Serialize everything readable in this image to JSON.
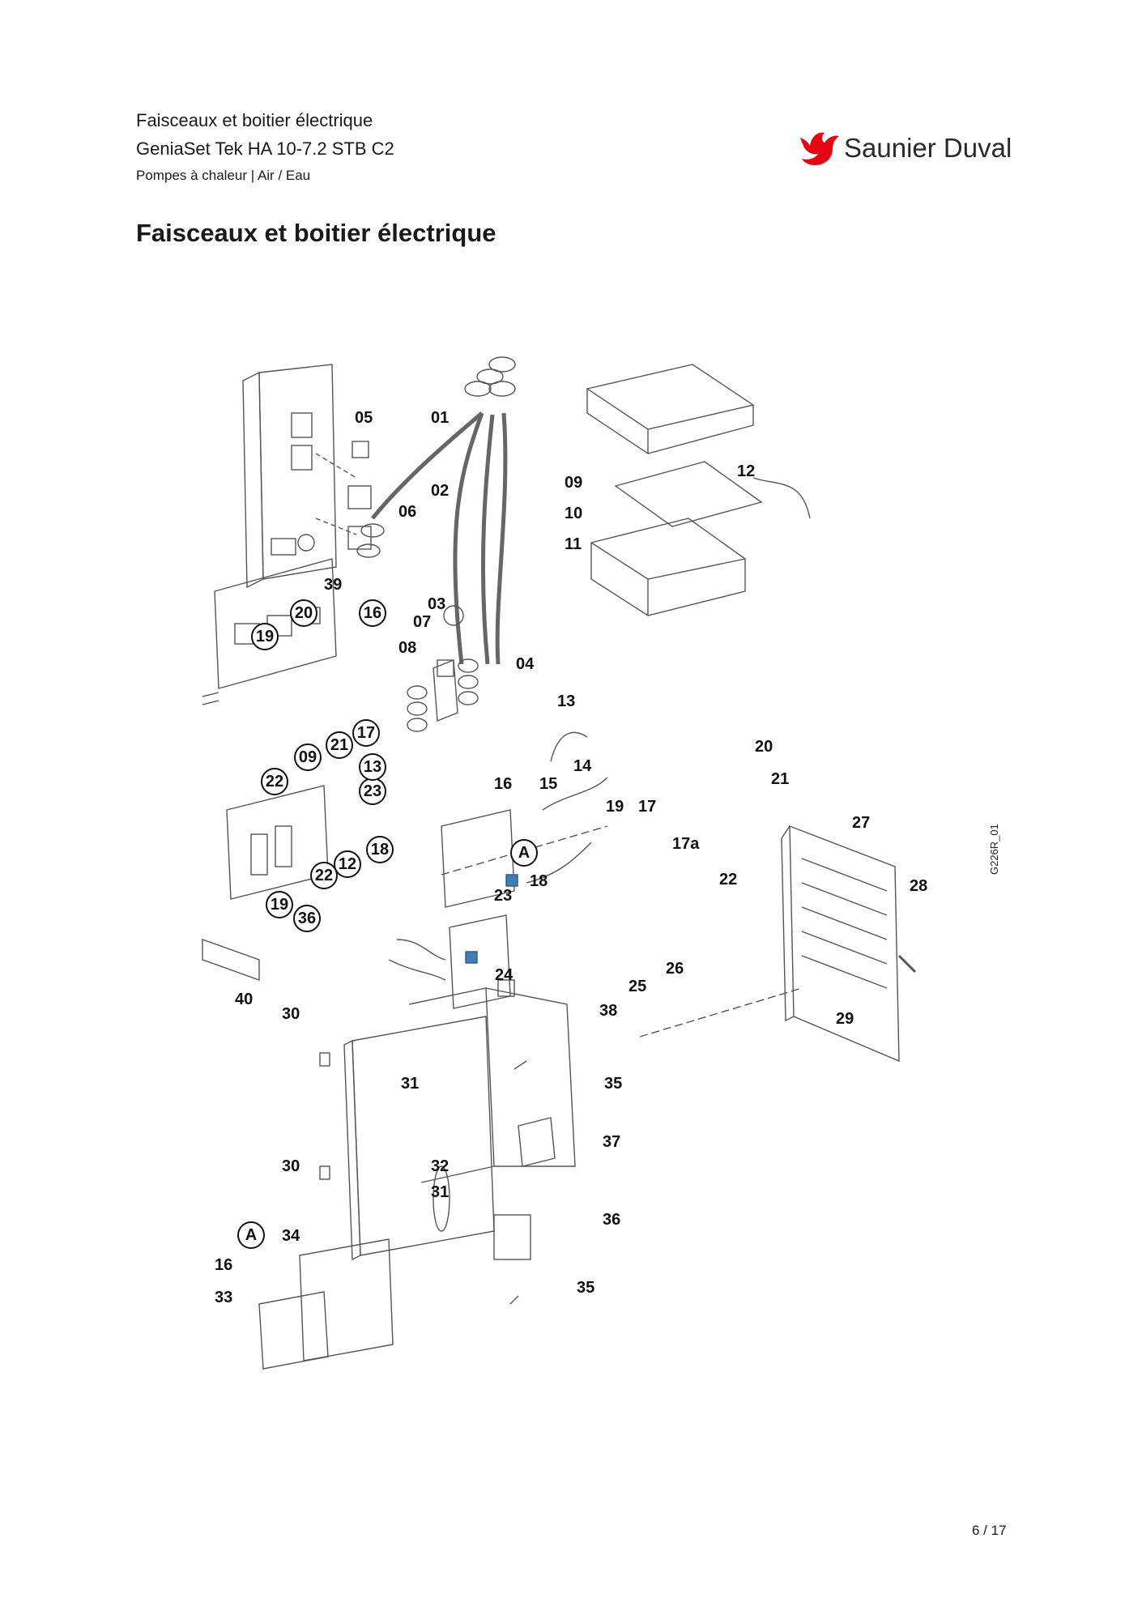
{
  "header": {
    "line1": "Faisceaux et boitier électrique",
    "line2": "GeniaSet Tek HA 10-7.2 STB C2",
    "line3": "Pompes à chaleur | Air / Eau"
  },
  "brand": {
    "name": "Saunier Duval",
    "color": "#e30613",
    "logo_icon": "bird-icon"
  },
  "title": "Faisceaux et boitier électrique",
  "diagram": {
    "drawing_ref": "G226R_01",
    "callouts": [
      "05",
      "01",
      "09",
      "12",
      "06",
      "02",
      "10",
      "11",
      "39",
      "20",
      "16",
      "19",
      "03",
      "07",
      "08",
      "04",
      "13",
      "17",
      "21",
      "09",
      "22",
      "14",
      "20",
      "16",
      "15",
      "21",
      "23",
      "19",
      "17",
      "27",
      "17a",
      "18",
      "A",
      "12",
      "22",
      "22",
      "28",
      "18",
      "23",
      "19",
      "36",
      "26",
      "24",
      "25",
      "40",
      "30",
      "38",
      "29",
      "35",
      "31",
      "37",
      "30",
      "32",
      "31",
      "36",
      "34",
      "A",
      "16",
      "33",
      "35",
      "13"
    ]
  },
  "footer": {
    "page_number": "6 / 17"
  }
}
